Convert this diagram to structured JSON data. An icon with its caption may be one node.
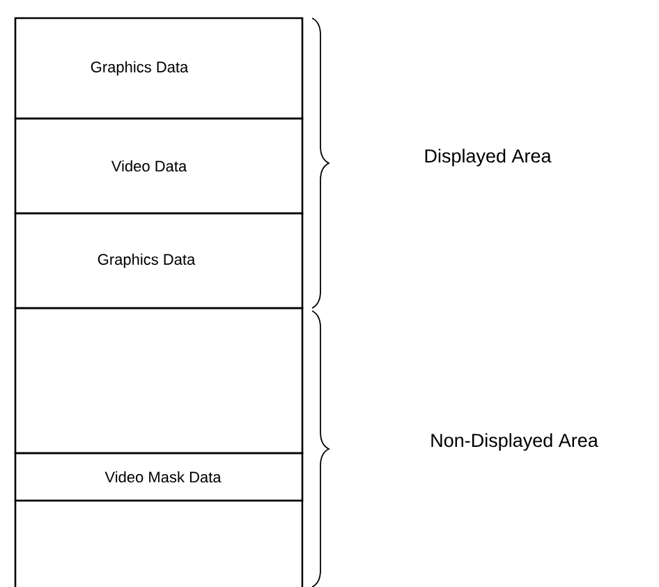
{
  "diagram": {
    "nodes": [
      {
        "text": [
          "Graphics Data"
        ]
      },
      {
        "text": [
          "Video Data"
        ]
      },
      {
        "text": [
          "Graphics Data"
        ]
      },
      {
        "text": [],
        "shape": "box"
      },
      {
        "text": [
          "Video Mask Data"
        ]
      },
      {
        "text": [],
        "shape": "box"
      }
    ],
    "edges": [],
    "labels": [
      "Displayed Area",
      "Non-Displayed Area"
    ]
  }
}
